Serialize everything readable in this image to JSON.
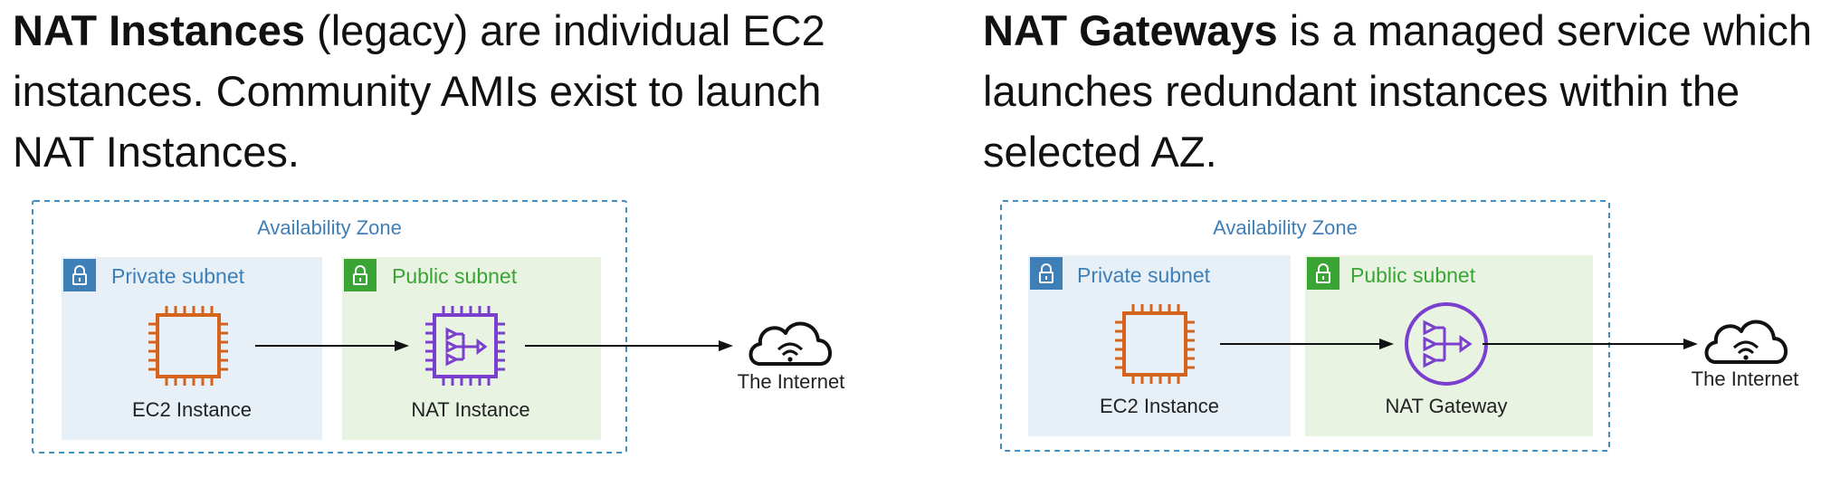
{
  "left": {
    "heading_bold": "NAT Instances",
    "heading_rest": " (legacy) are individual EC2 instances. Community AMIs exist to launch NAT Instances.",
    "diagram": {
      "availability_zone": "Availability Zone",
      "private_subnet": "Private subnet",
      "public_subnet": "Public subnet",
      "source_caption": "EC2 Instance",
      "nat_caption": "NAT Instance",
      "internet_caption": "The Internet"
    }
  },
  "right": {
    "heading_bold": "NAT Gateways",
    "heading_rest": " is a managed service which launches redundant instances within the selected AZ.",
    "diagram": {
      "availability_zone": "Availability Zone",
      "private_subnet": "Private subnet",
      "public_subnet": "Public subnet",
      "source_caption": "EC2 Instance",
      "nat_caption": "NAT Gateway",
      "internet_caption": "The Internet"
    }
  },
  "colors": {
    "dashed_border": "#3f8fbf",
    "private_bg": "#e6f0f6",
    "public_bg": "#e8f3e2",
    "private_accent": "#3f7fb8",
    "public_accent": "#3aa534",
    "ec2_icon": "#d4641c",
    "nat_icon": "#7b3fcf"
  },
  "icons": {
    "private_subnet": "lock-icon",
    "public_subnet": "lock-icon",
    "source": "ec2-chip-icon",
    "nat_instance": "nat-chip-icon",
    "nat_gateway": "nat-gateway-icon",
    "internet": "cloud-wifi-icon"
  }
}
